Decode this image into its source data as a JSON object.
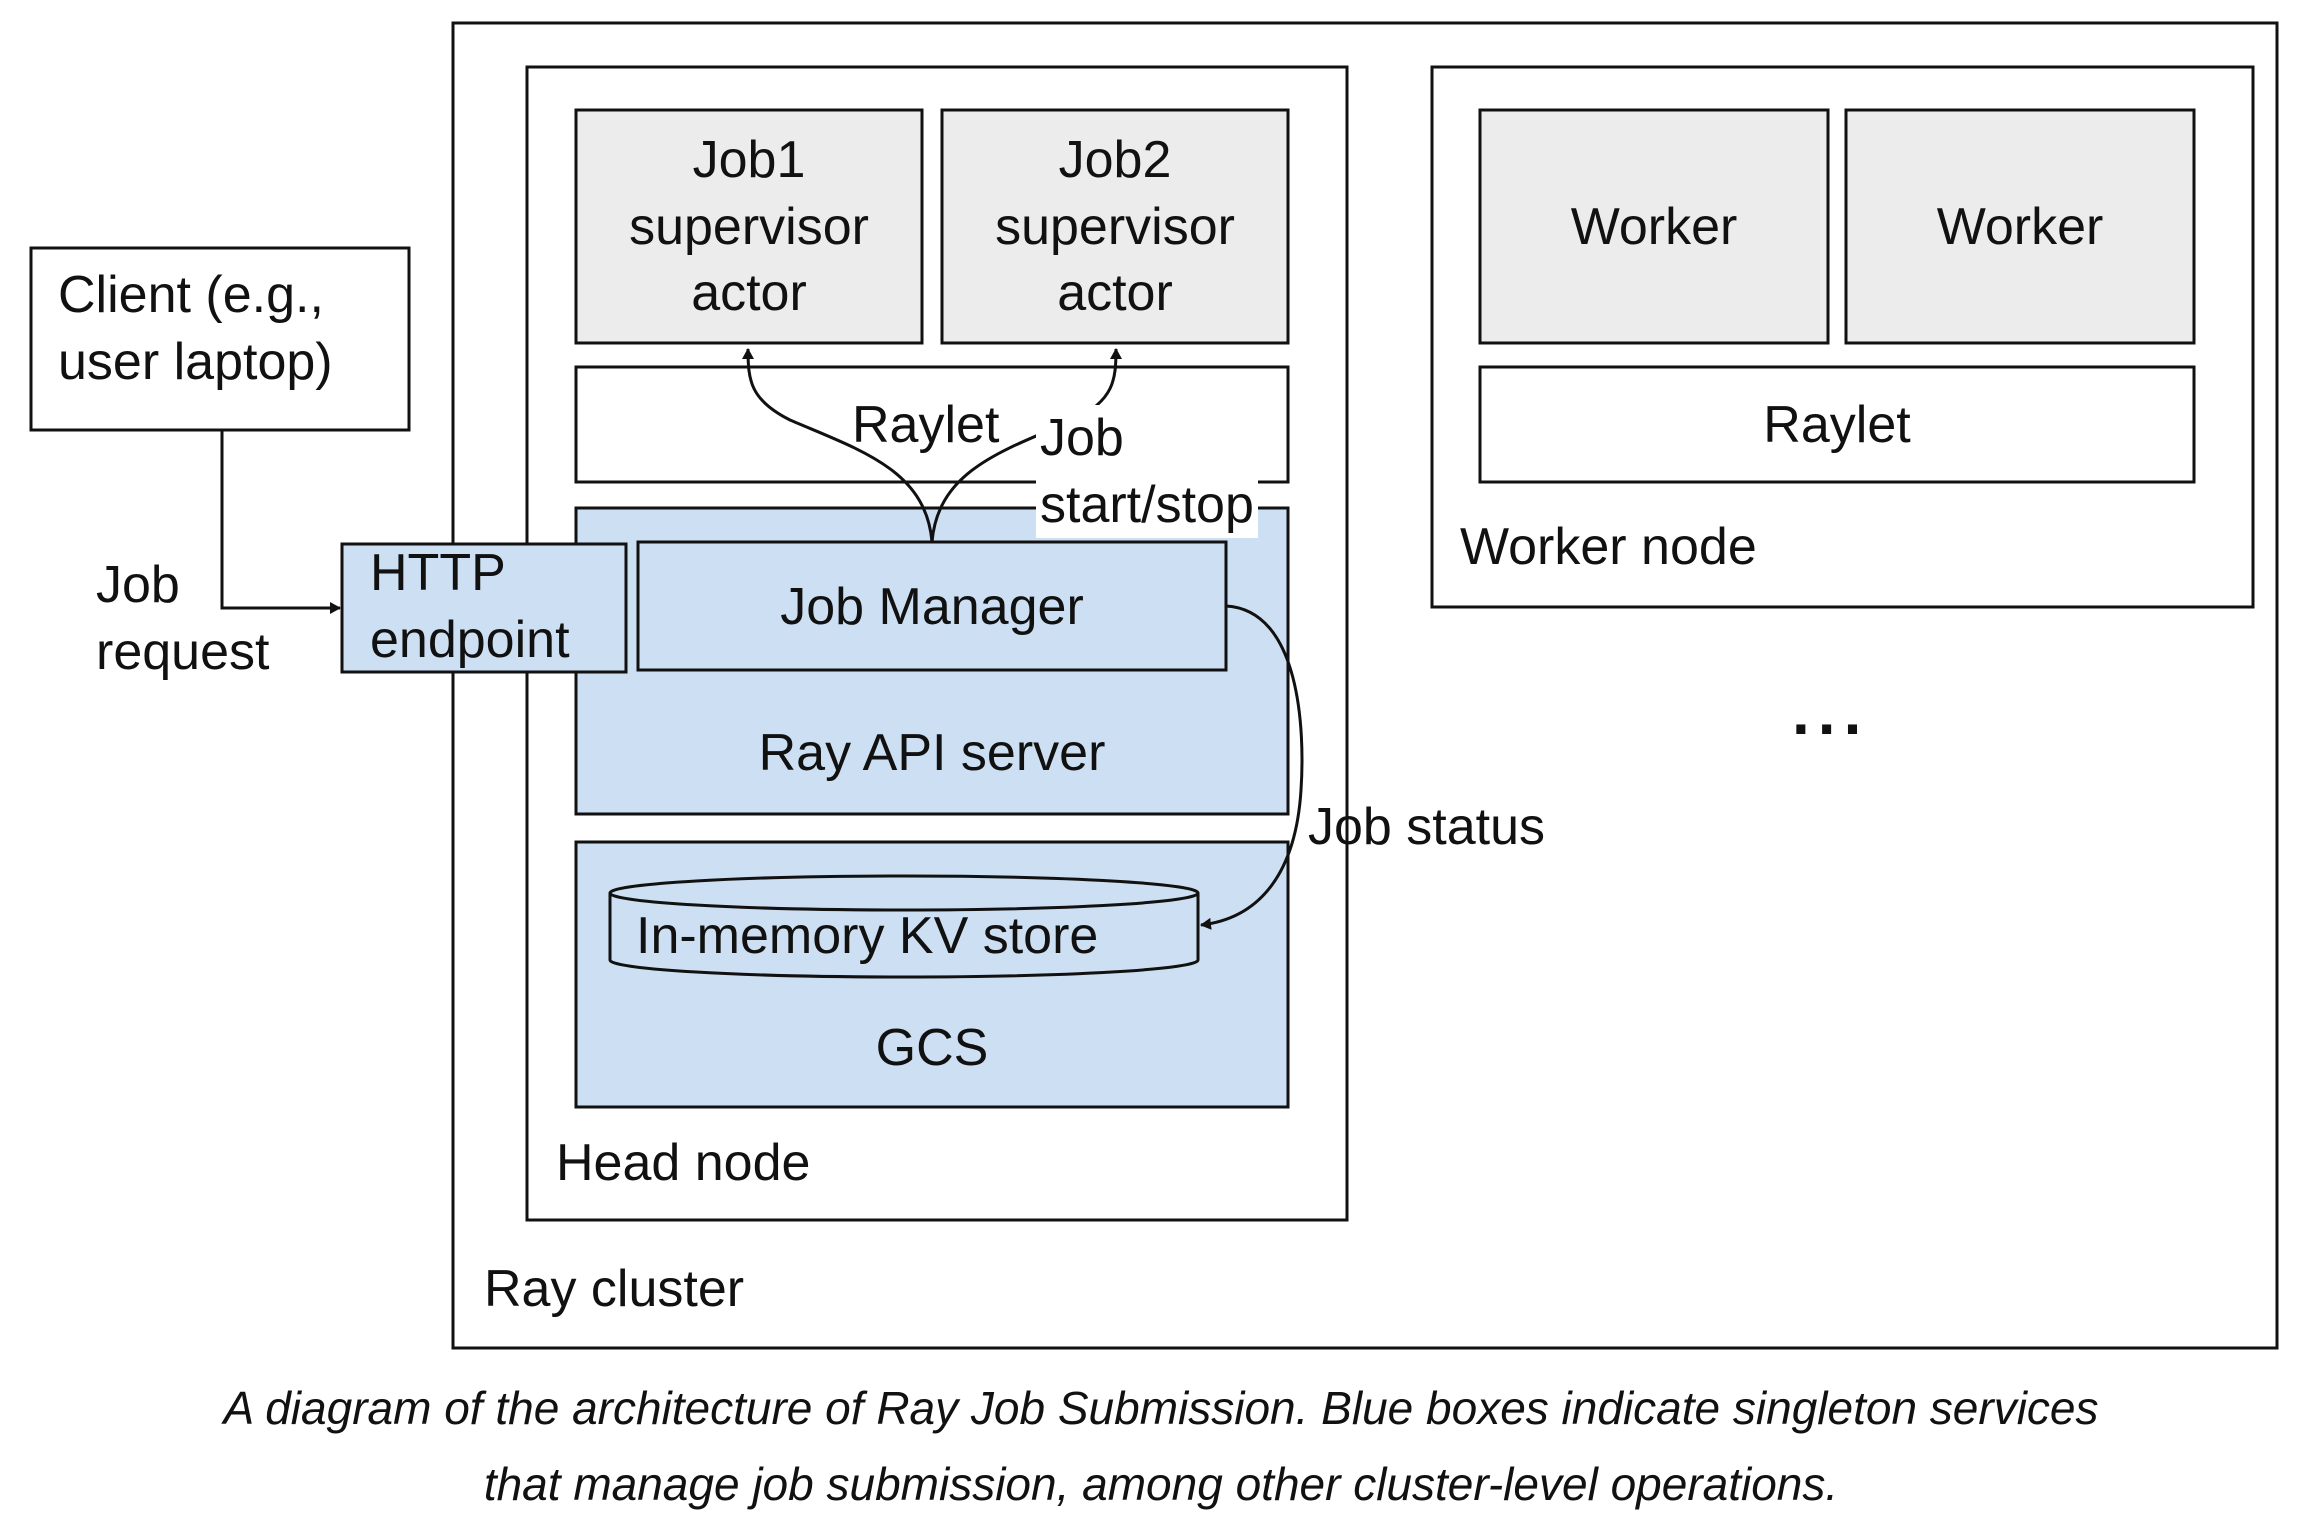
{
  "client": {
    "label": "Client (e.g.,\nuser laptop)"
  },
  "job_request": {
    "label": "Job\nrequest"
  },
  "http_endpoint": {
    "label": "HTTP\nendpoint"
  },
  "head_node": {
    "label": "Head node",
    "job1_supervisor": "Job1\nsupervisor\nactor",
    "job2_supervisor": "Job2\nsupervisor\nactor",
    "raylet": "Raylet",
    "job_start_stop": "Job\nstart/stop",
    "job_manager": "Job Manager",
    "ray_api_server": "Ray API server",
    "kv_store": "In-memory KV store",
    "gcs": "GCS"
  },
  "job_status": {
    "label": "Job status"
  },
  "worker_node": {
    "label": "Worker node",
    "worker_1": "Worker",
    "worker_2": "Worker",
    "raylet": "Raylet"
  },
  "more_nodes": {
    "label": "..."
  },
  "ray_cluster": {
    "label": "Ray cluster"
  },
  "caption": {
    "line1": "A diagram of the architecture of Ray Job Submission. Blue boxes indicate singleton services",
    "line2": "that manage job submission, among other cluster-level operations."
  },
  "colors": {
    "singleton_service": "#cddff2",
    "actor_box": "#ececec",
    "stroke": "#111111"
  }
}
